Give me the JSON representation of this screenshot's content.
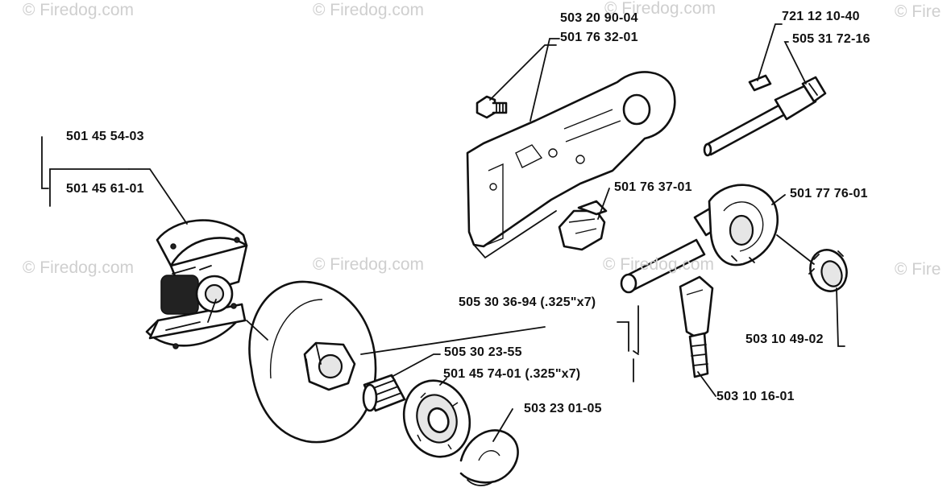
{
  "watermarks": [
    "© Firedog.com",
    "© Firedog.com",
    "© Firedog.com",
    "© Fire",
    "© Firedog.com",
    "© Firedog.com",
    "© Firedog.com",
    "© Fire"
  ],
  "parts": [
    "503 20 90-04",
    "501 76 32-01",
    "721 12 10-40",
    "505 31 72-16",
    "501 45 54-03",
    "501 45 61-01",
    "501 76 37-01",
    "501 77 76-01",
    "505 30 36-94 (.325\"x7)",
    "505 30 23-55",
    "501 45 74-01 (.325\"x7)",
    "503 10 49-02",
    "503 10 16-01",
    "503 23 01-05"
  ]
}
